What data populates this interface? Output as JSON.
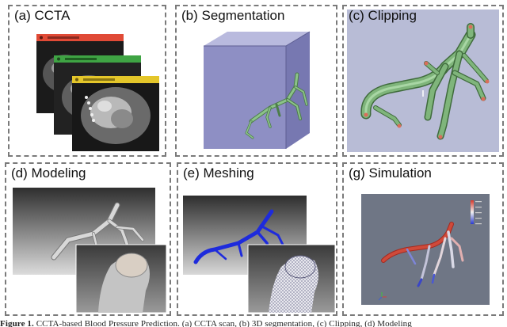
{
  "panels": [
    {
      "label": "(a) CCTA"
    },
    {
      "label": "(b) Segmentation"
    },
    {
      "label": "(c) Clipping"
    },
    {
      "label": "(d) Modeling"
    },
    {
      "label": "(e) Meshing"
    },
    {
      "label": "(g) Simulation"
    }
  ],
  "caption": {
    "figure_label": "Figure 1.",
    "text": " CCTA-based Blood Pressure Prediction. (a) CCTA scan, (b) 3D segmentation, (c) Clipping, (d) Modeling"
  },
  "colors": {
    "vessel_green": "#6fa56b",
    "cube_face": "#8e8fc4",
    "mesh_blue": "#1e2bdc",
    "pressure_high": "#d8382a",
    "pressure_low": "#2a3ad0",
    "sim_background": "#6f7685",
    "ct_bar_red": "#e04a36",
    "ct_bar_green": "#3fa444",
    "ct_bar_yellow": "#e4c62a"
  },
  "icons": [
    "ct-slice-image",
    "segmentation-cube",
    "clipped-vessel-tree",
    "vessel-model",
    "mesh-model",
    "pressure-simulation"
  ]
}
